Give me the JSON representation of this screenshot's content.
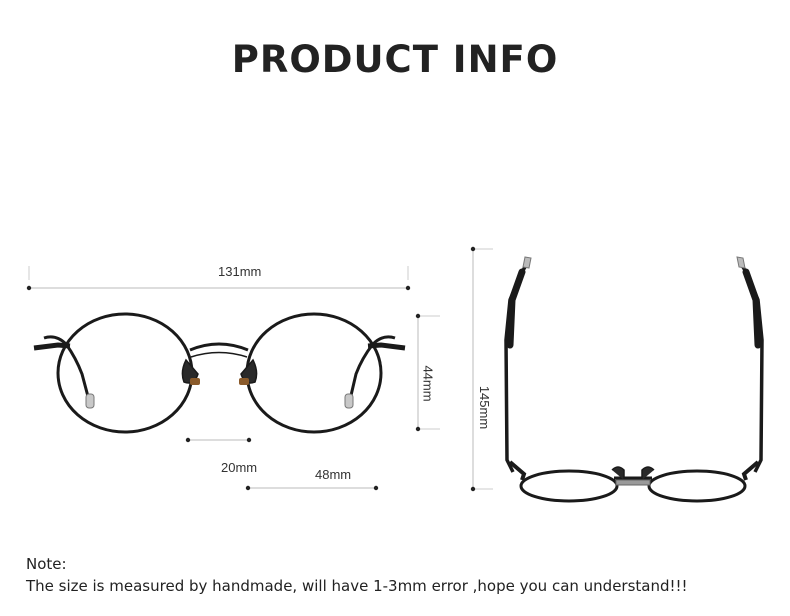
{
  "header": {
    "title": "PRODUCT INFO"
  },
  "dimensions": {
    "total_width": "131mm",
    "lens_height": "44mm",
    "bridge_width": "20mm",
    "lens_width": "48mm",
    "temple_length": "145mm"
  },
  "note": {
    "label": "Note:",
    "text": "The size is measured by handmade, will have 1-3mm error ,hope you can understand!!!"
  }
}
